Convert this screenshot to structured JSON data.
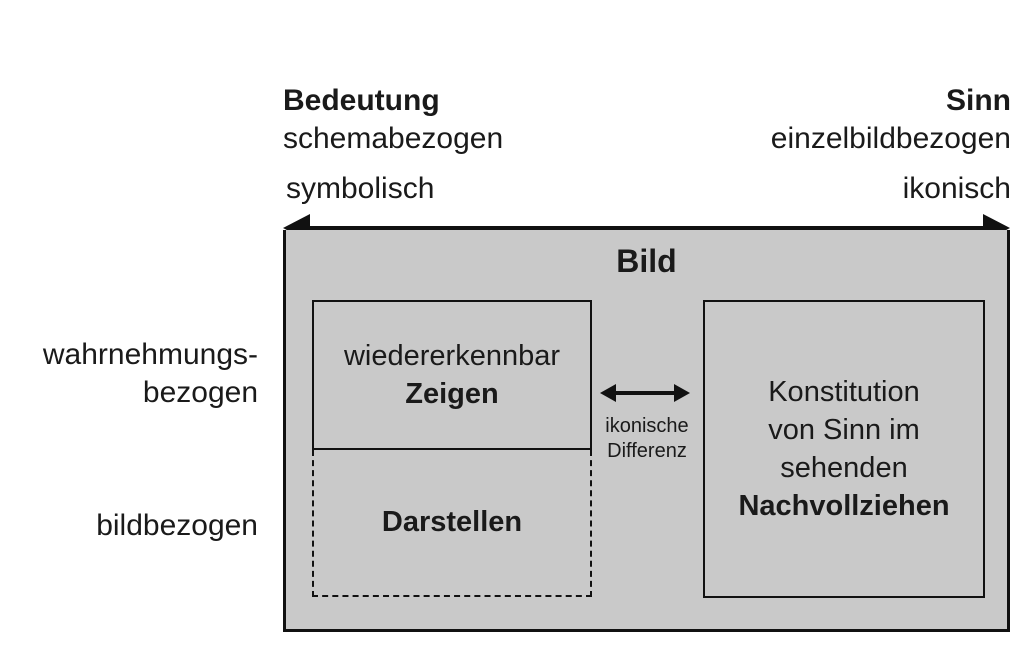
{
  "colors": {
    "background": "#ffffff",
    "box_fill": "#c9c9c9",
    "line_and_text": "#111111"
  },
  "header": {
    "left": {
      "title": "Bedeutung",
      "subtitle": "schemabezogen",
      "pole": "symbolisch"
    },
    "right": {
      "title": "Sinn",
      "subtitle": "einzelbildbezogen",
      "pole": "ikonisch"
    }
  },
  "side_labels": {
    "upper": {
      "line1": "wahrnehmungs-",
      "line2": "bezogen"
    },
    "lower": "bildbezogen"
  },
  "bild_box": {
    "title": "Bild"
  },
  "zeigen_box": {
    "line1": "wiedererkennbar",
    "line2": "Zeigen"
  },
  "darstellen_box": {
    "label": "Darstellen"
  },
  "konstitution_box": {
    "line1": "Konstitution",
    "line2": "von Sinn im",
    "line3": "sehenden",
    "line4": "Nachvollziehen"
  },
  "differenz_label": {
    "line1": "ikonische",
    "line2": "Differenz"
  }
}
